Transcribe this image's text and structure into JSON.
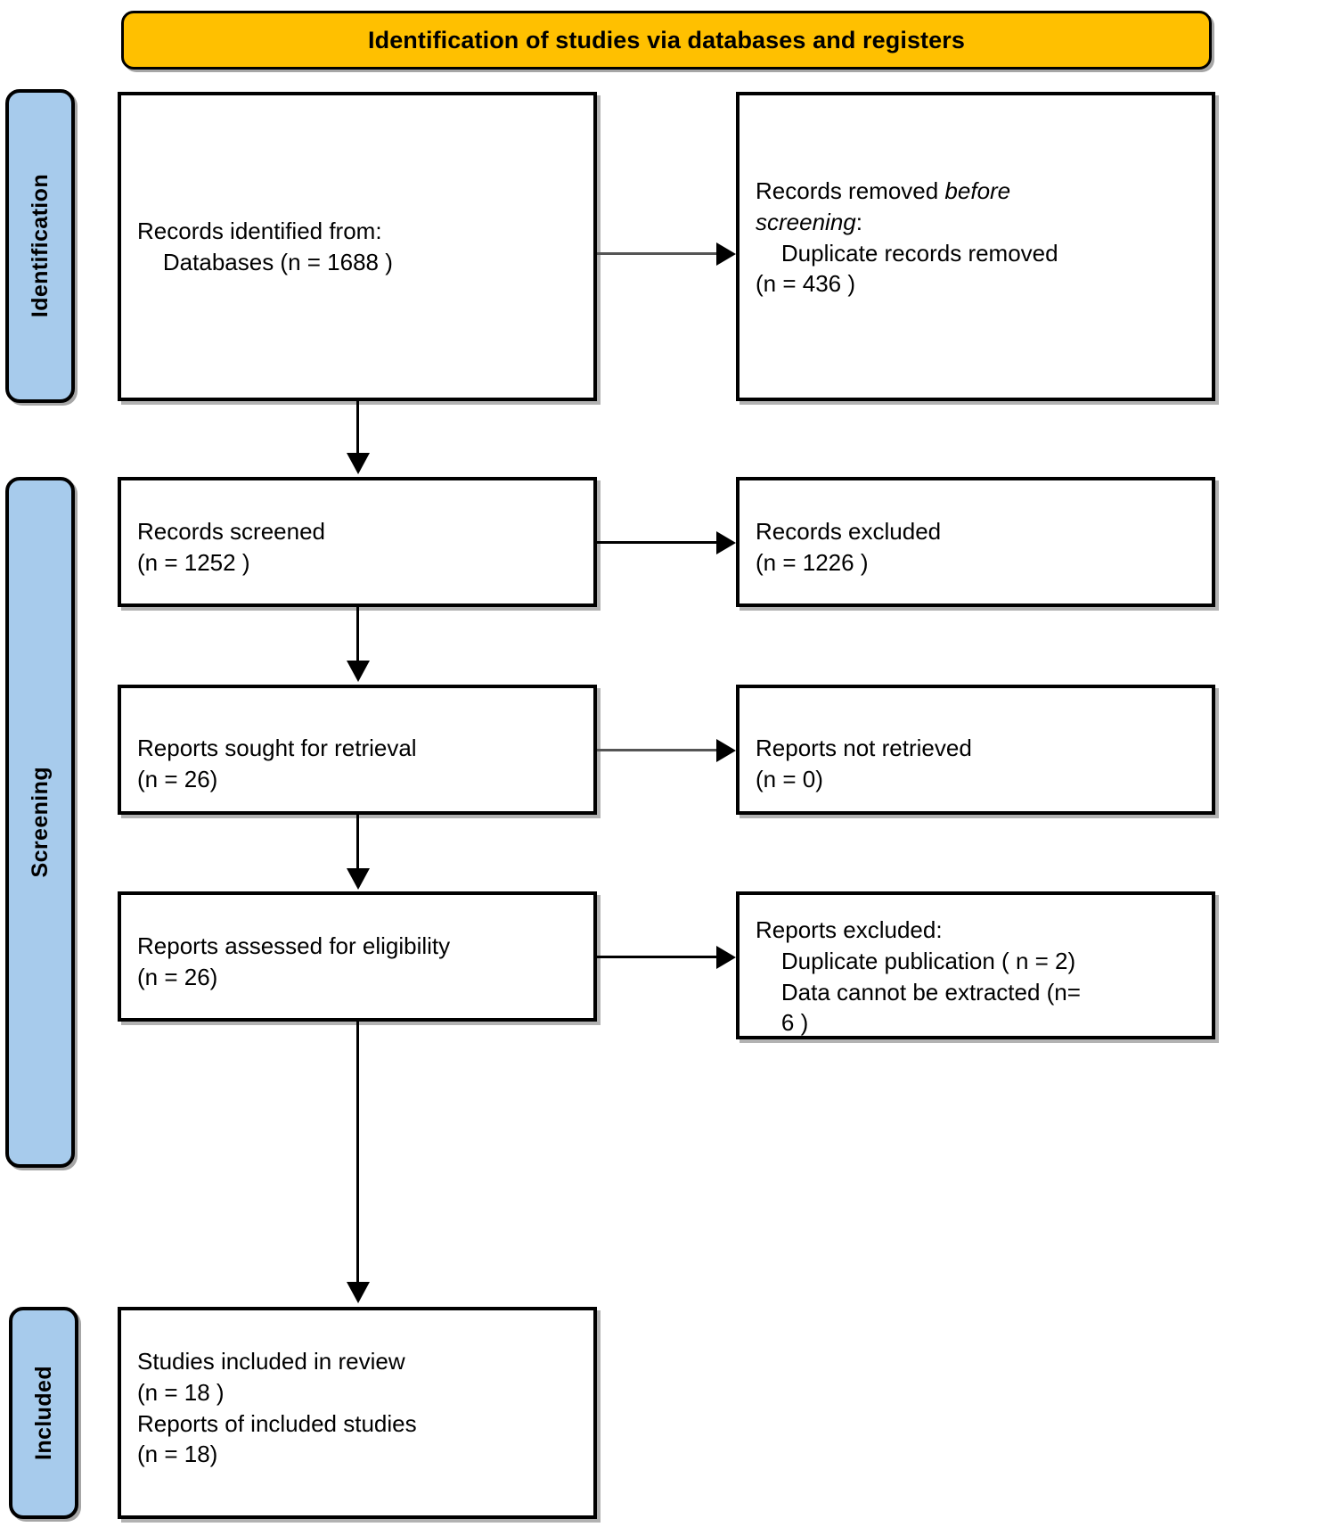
{
  "banner": {
    "title": "Identification of studies via databases and registers"
  },
  "phases": [
    {
      "id": "identification",
      "label": "Identification"
    },
    {
      "id": "screening",
      "label": "Screening"
    },
    {
      "id": "included",
      "label": "Included"
    }
  ],
  "boxes": {
    "identified": {
      "line1": "Records identified from:",
      "line2": "    Databases (n = 1688 )"
    },
    "removed": {
      "line1_pre": "Records removed ",
      "line1_em": "before",
      "line2_em": "screening",
      "line2_post": ":",
      "line3": "    Duplicate records removed",
      "line4": "(n = 436 )"
    },
    "screened": {
      "line1": "Records screened",
      "line2": "(n = 1252 )"
    },
    "excluded": {
      "line1": "Records excluded",
      "line2": "(n = 1226 )"
    },
    "sought": {
      "line1": "Reports sought for retrieval",
      "line2": "(n = 26)"
    },
    "notretrieved": {
      "line1": "Reports not retrieved",
      "line2": "(n = 0)"
    },
    "assessed": {
      "line1": "Reports assessed for eligibility",
      "line2": "(n = 26)"
    },
    "reportsexcluded": {
      "line1": "Reports excluded:",
      "line2": "    Duplicate publication ( n = 2)",
      "line3": "    Data cannot be extracted (n=",
      "line4": "    6 )"
    },
    "included": {
      "line1": "Studies included in review",
      "line2": "(n = 18 )",
      "line3": "Reports of included studies",
      "line4": "(n = 18)"
    }
  },
  "colors": {
    "banner_fill": "#FFC000",
    "phase_fill": "#A7CBEC",
    "box_fill": "#FFFFFF",
    "stroke": "#000000",
    "connector_grey": "#555555"
  }
}
